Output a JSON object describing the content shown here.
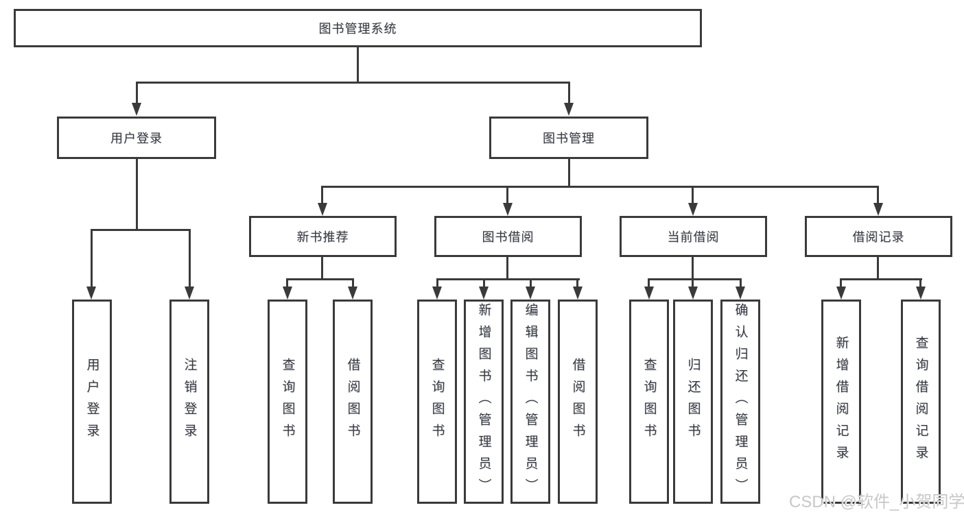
{
  "diagram": {
    "title": "图书管理系统",
    "branches": [
      {
        "label": "用户登录",
        "leaves": [
          "用户登录",
          "注销登录"
        ]
      },
      {
        "label": "图书管理",
        "groups": [
          {
            "label": "新书推荐",
            "leaves": [
              "查询图书",
              "借阅图书"
            ]
          },
          {
            "label": "图书借阅",
            "leaves": [
              "查询图书",
              "新增图书（管理员）",
              "编辑图书（管理员）",
              "借阅图书"
            ]
          },
          {
            "label": "当前借阅",
            "leaves": [
              "查询图书",
              "归还图书",
              "确认归还（管理员）"
            ]
          },
          {
            "label": "借阅记录",
            "leaves": [
              "新增借阅记录",
              "查询借阅记录"
            ]
          }
        ]
      }
    ],
    "line_color": "#3a3a3a",
    "box_background": "#ffffff",
    "text_color": "#383838"
  },
  "watermark": {
    "text": "CSDN @软件_小贺同学",
    "color": "#c7c7c7"
  }
}
